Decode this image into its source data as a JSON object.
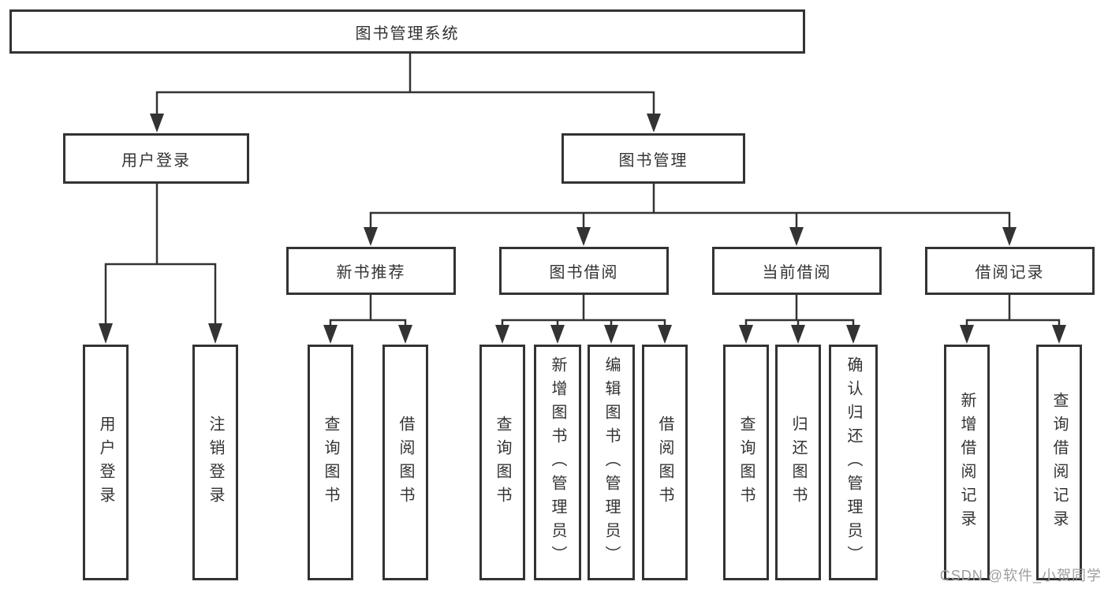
{
  "tree": {
    "label": "图书管理系统",
    "children": [
      {
        "label": "用户登录",
        "children": [
          {
            "label": "用户登录"
          },
          {
            "label": "注销登录"
          }
        ]
      },
      {
        "label": "图书管理",
        "children": [
          {
            "label": "新书推荐",
            "children": [
              {
                "label": "查询图书"
              },
              {
                "label": "借阅图书"
              }
            ]
          },
          {
            "label": "图书借阅",
            "children": [
              {
                "label": "查询图书"
              },
              {
                "label": "新增图书（管理员）"
              },
              {
                "label": "编辑图书（管理员）"
              },
              {
                "label": "借阅图书"
              }
            ]
          },
          {
            "label": "当前借阅",
            "children": [
              {
                "label": "查询图书"
              },
              {
                "label": "归还图书"
              },
              {
                "label": "确认归还（管理员）"
              }
            ]
          },
          {
            "label": "借阅记录",
            "children": [
              {
                "label": "新增借阅记录"
              },
              {
                "label": "查询借阅记录"
              }
            ]
          }
        ]
      }
    ]
  },
  "watermark": {
    "text": "CSDN @软件_小贺同学"
  },
  "colors": {
    "line": "#333333",
    "text": "#333333",
    "node_background": "#ffffff",
    "watermark": "#9e9e9e",
    "background": "#ffffff"
  }
}
